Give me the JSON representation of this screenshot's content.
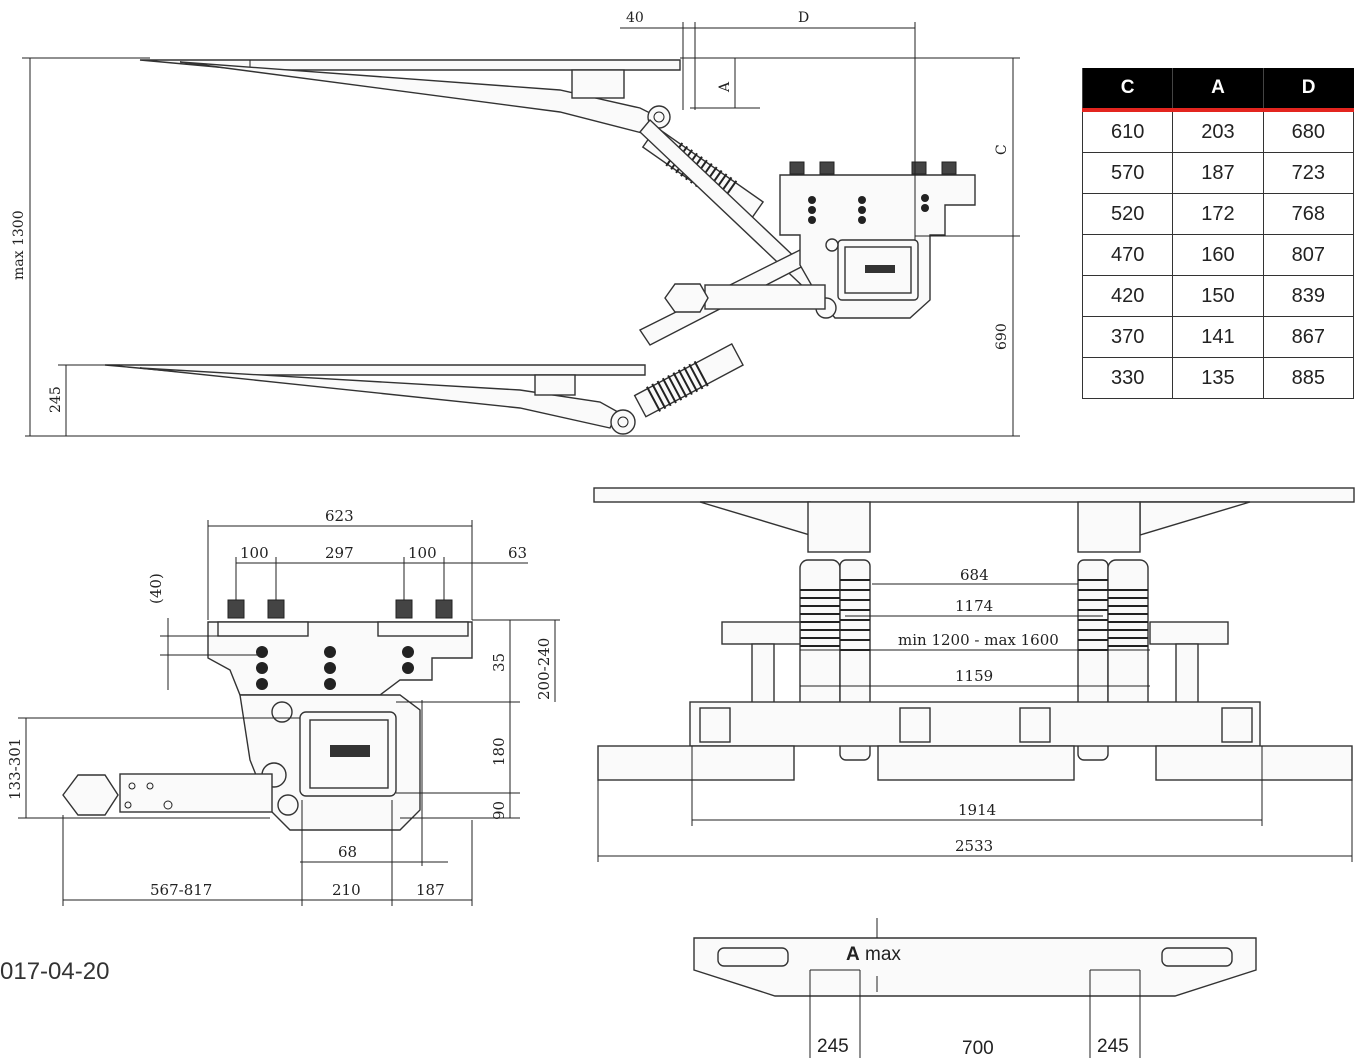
{
  "top_view": {
    "dims": {
      "d40": "40",
      "d_label": "D",
      "a_label": "A",
      "c_label": "C",
      "max_height": "max 1300",
      "d245": "245",
      "d690": "690"
    }
  },
  "spec_table": {
    "headers": [
      "C",
      "A",
      "D"
    ],
    "rows": [
      [
        "610",
        "203",
        "680"
      ],
      [
        "570",
        "187",
        "723"
      ],
      [
        "520",
        "172",
        "768"
      ],
      [
        "470",
        "160",
        "807"
      ],
      [
        "420",
        "150",
        "839"
      ],
      [
        "370",
        "141",
        "867"
      ],
      [
        "330",
        "135",
        "885"
      ]
    ]
  },
  "side_view": {
    "dims": {
      "w623": "623",
      "w100a": "100",
      "w297": "297",
      "w100b": "100",
      "w63": "63",
      "h40": "(40)",
      "h35": "35",
      "h200_240": "200-240",
      "h180": "180",
      "h90": "90",
      "h133_301": "133-301",
      "w68": "68",
      "w567_817": "567-817",
      "w210": "210",
      "w187": "187"
    }
  },
  "front_view": {
    "dims": {
      "w684": "684",
      "w1174": "1174",
      "w_range": "min 1200 - max 1600",
      "w1159": "1159",
      "w1914": "1914",
      "w2533": "2533"
    }
  },
  "bottom_view": {
    "a_bold": "A",
    "a_max": " max",
    "w245a": "245",
    "w700": "700",
    "w245b": "245"
  },
  "date_text": "017-04-20"
}
